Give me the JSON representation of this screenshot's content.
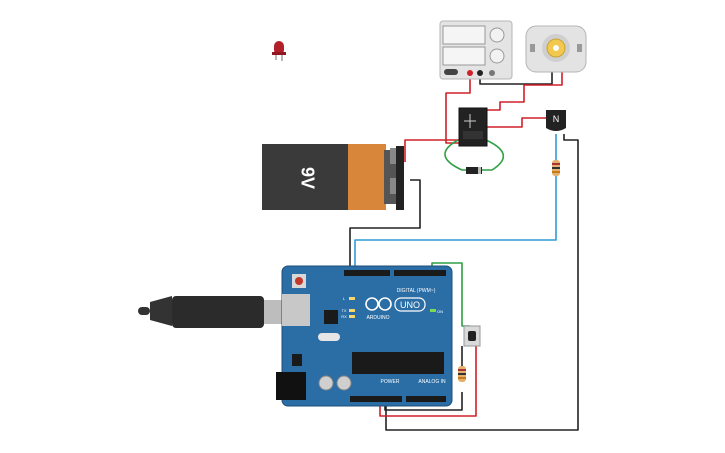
{
  "battery": {
    "label": "9V"
  },
  "arduino": {
    "brand": "ARDUINO",
    "model": "UNO",
    "digital_label": "DIGITAL (PWM~)",
    "power_label": "POWER",
    "analog_label": "ANALOG IN",
    "on_label": "ON",
    "tx_label": "TX",
    "rx_label": "RX",
    "l_label": "L"
  },
  "transistor": {
    "label": "N"
  },
  "colors": {
    "wire_red": "#d0202a",
    "wire_black": "#222222",
    "wire_green": "#2ea043",
    "wire_blue": "#2f9bd6",
    "board": "#2b6ea6",
    "battery_body": "#3a3a3a",
    "battery_copper": "#d8873a"
  },
  "components": [
    "led-red",
    "power-supply",
    "dc-motor",
    "relay",
    "diode",
    "npn-transistor",
    "resistor-transistor",
    "battery-9v",
    "arduino-uno",
    "usb-cable",
    "pushbutton",
    "resistor-button"
  ]
}
